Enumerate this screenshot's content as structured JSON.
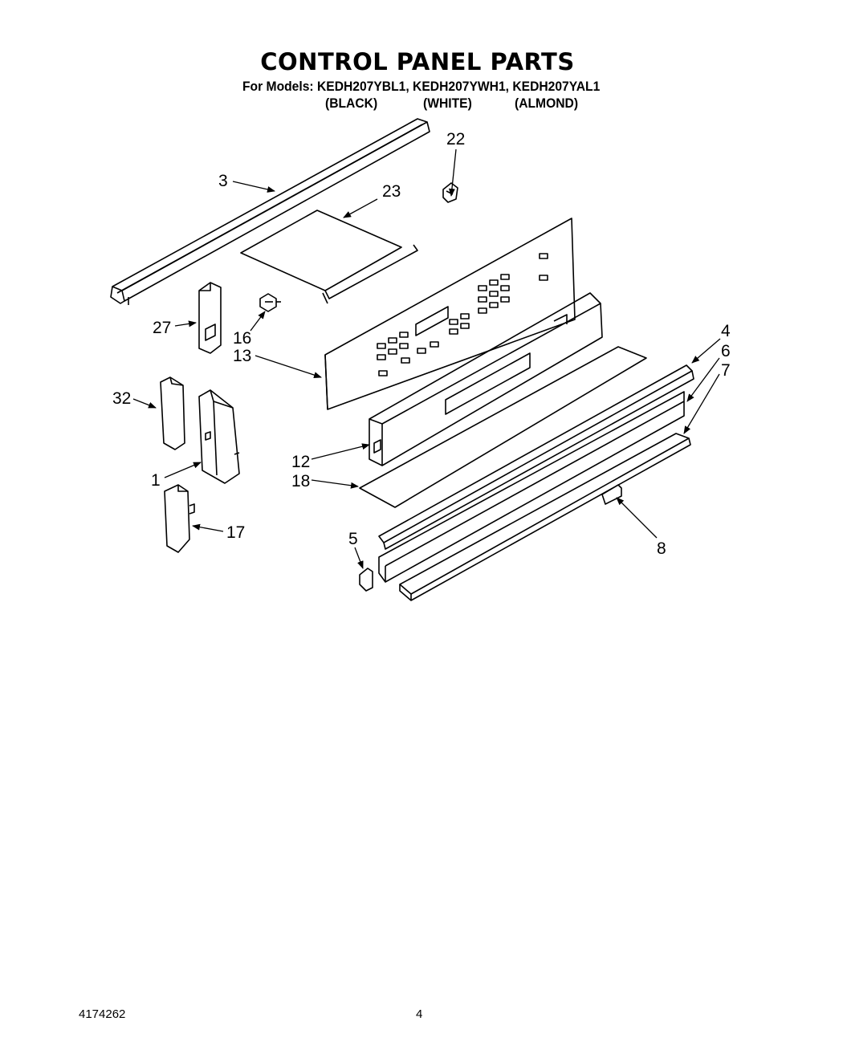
{
  "header": {
    "title": "CONTROL PANEL PARTS",
    "models_line": "For Models: KEDH207YBL1, KEDH207YWH1, KEDH207YAL1",
    "colors": [
      "(BLACK)",
      "(WHITE)",
      "(ALMOND)"
    ]
  },
  "callouts": {
    "p1": "1",
    "p3": "3",
    "p4": "4",
    "p5": "5",
    "p6": "6",
    "p7": "7",
    "p8": "8",
    "p12": "12",
    "p13": "13",
    "p16": "16",
    "p17": "17",
    "p18": "18",
    "p22": "22",
    "p23": "23",
    "p27": "27",
    "p32": "32"
  },
  "footer": {
    "doc_number": "4174262",
    "page_number": "4"
  }
}
